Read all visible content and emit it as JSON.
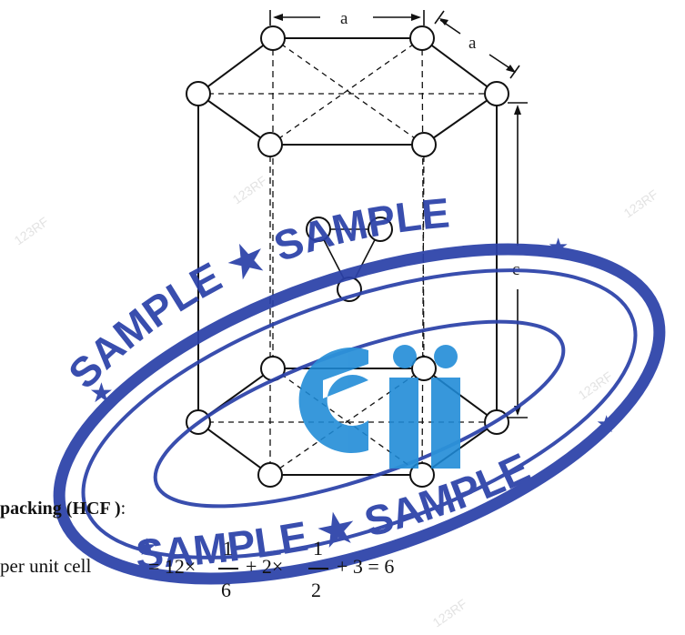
{
  "diagram": {
    "label_a_top": "a",
    "label_a_side": "a",
    "label_c": "c"
  },
  "stamp": {
    "text_upper": "SAMPLE ★ SAMPLE",
    "text_lower": "SAMPLE ★ SAMPLE",
    "logo_letters": "ei",
    "color": "#2b41a8",
    "logo_color": "#1d8ad6"
  },
  "text": {
    "heading": "packing (HCF )",
    "heading_colon": ":",
    "per_unit_label": "per unit cell",
    "formula": {
      "prefix": "= 12×",
      "frac1_num": "1",
      "frac1_den": "6",
      "plus1": "+ 2×",
      "frac2_num": "1",
      "frac2_den": "2",
      "tail": "+ 3 = 6"
    }
  },
  "watermark": "123RF"
}
